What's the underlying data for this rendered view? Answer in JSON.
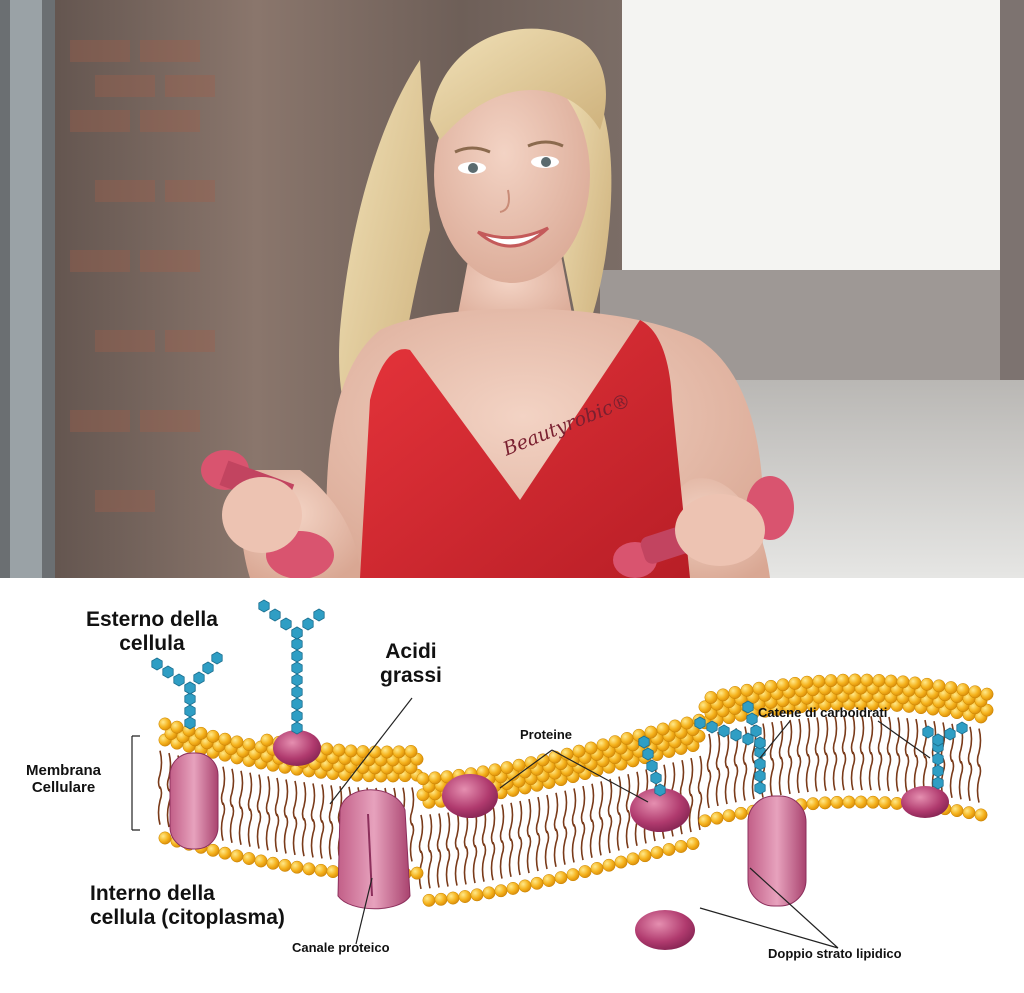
{
  "photo": {
    "brand_logo": "Beautyrobic®"
  },
  "diagram": {
    "labels": {
      "esterno_line1": "Esterno della",
      "esterno_line2": "cellula",
      "acidi_line1": "Acidi",
      "acidi_line2": "grassi",
      "membrana_line1": "Membrana",
      "membrana_line2": "Cellulare",
      "proteine": "Proteine",
      "catene": "Catene di carboidrati",
      "interno_line1": "Interno della",
      "interno_line2": "cellula (citoplasma)",
      "canale": "Canale proteico",
      "doppio": "Doppio strato lipidico"
    },
    "colors": {
      "lipid_head": "#f5b21c",
      "lipid_tail": "#7a3b1a",
      "protein": "#b03a6e",
      "carbohydrate": "#2f9ec4"
    }
  }
}
